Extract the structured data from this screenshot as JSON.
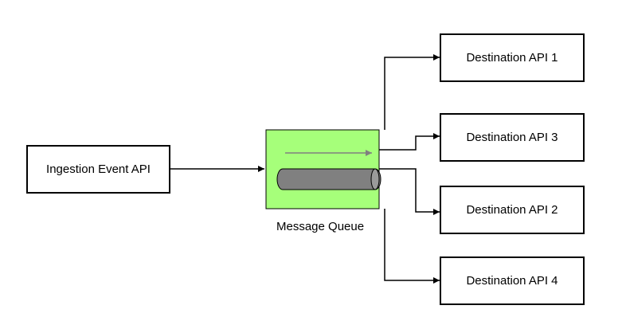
{
  "nodes": {
    "source": "Ingestion Event API",
    "queue": "Message Queue",
    "dest1": "Destination API 1",
    "dest3": "Destination API 3",
    "dest2": "Destination API 2",
    "dest4": "Destination API 4"
  },
  "edges": [
    {
      "from": "Ingestion Event API",
      "to": "Message Queue"
    },
    {
      "from": "Message Queue",
      "to": "Destination API 1"
    },
    {
      "from": "Message Queue",
      "to": "Destination API 3"
    },
    {
      "from": "Message Queue",
      "to": "Destination API 2"
    },
    {
      "from": "Message Queue",
      "to": "Destination API 4"
    }
  ],
  "colors": {
    "queue_fill": "#a6ff7a",
    "pipe_fill": "#808080",
    "line": "#000000"
  }
}
